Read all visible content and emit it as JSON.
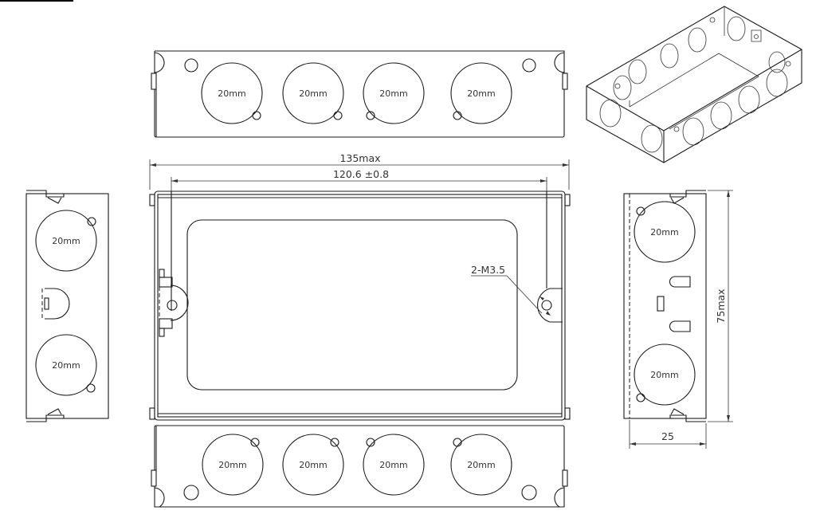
{
  "drawing": {
    "knockout_label": "20mm",
    "dimensions": {
      "overall_length": "135max",
      "mounting_center": "120.6 ±0.8",
      "height": "75max",
      "depth": "25",
      "screw": "2-M3.5"
    },
    "views": {
      "top": {
        "knockouts": [
          "20mm",
          "20mm",
          "20mm",
          "20mm"
        ]
      },
      "bottom": {
        "knockouts": [
          "20mm",
          "20mm",
          "20mm",
          "20mm"
        ]
      },
      "left_end": {
        "knockouts": [
          "20mm",
          "20mm"
        ]
      },
      "right_end": {
        "knockouts": [
          "20mm",
          "20mm"
        ]
      }
    },
    "colors": {
      "line": "#1a1a1a",
      "background": "#ffffff"
    }
  }
}
